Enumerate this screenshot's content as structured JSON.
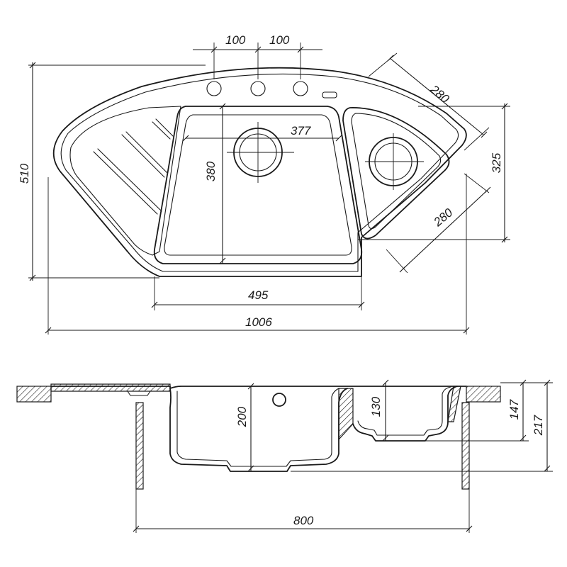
{
  "drawing": {
    "subject": "corner kitchen sink technical drawing",
    "line_color": "#1a1a1a",
    "background_color": "#ffffff"
  },
  "dimensions": {
    "tap_spacing_left": "100",
    "tap_spacing_right": "100",
    "overall_depth": "510",
    "side_length_upper": "280",
    "side_length_lower": "280",
    "right_depth": "325",
    "main_bowl_width": "377",
    "main_bowl_length": "380",
    "main_bowl_base_width": "495",
    "overall_width": "1006",
    "main_bowl_depth": "200",
    "second_bowl_depth": "130",
    "depth_to_rim": "147",
    "total_height": "217",
    "cabinet_width": "800"
  }
}
